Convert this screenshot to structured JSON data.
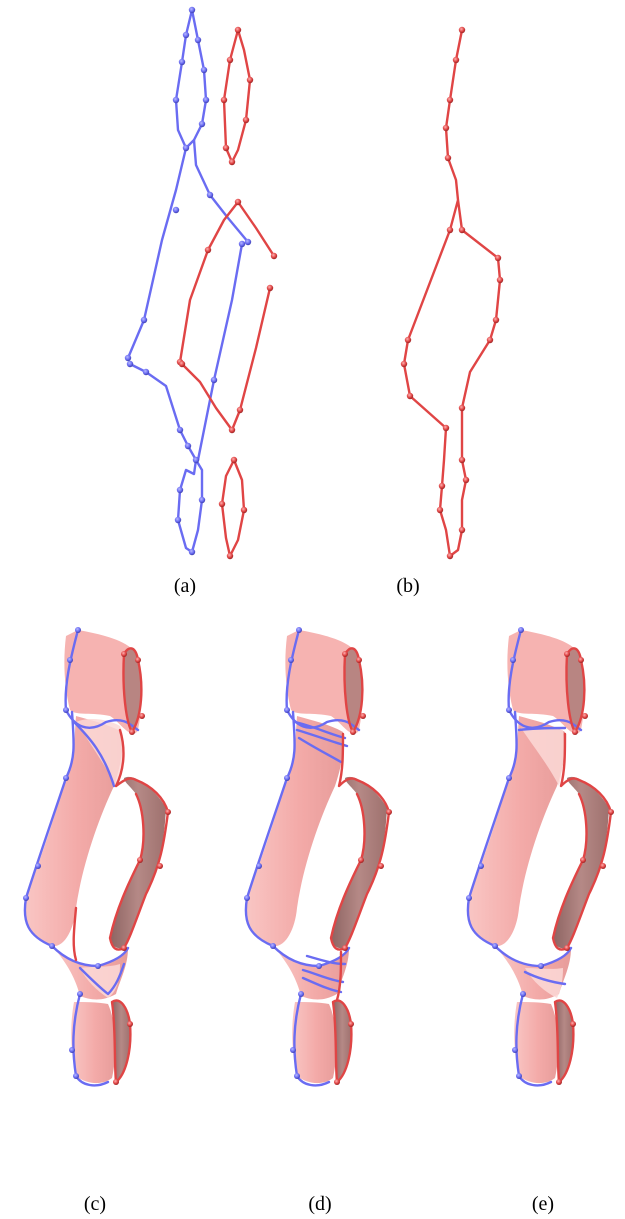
{
  "figure": {
    "panels": [
      {
        "id": "a",
        "caption": "(a)"
      },
      {
        "id": "b",
        "caption": "(b)"
      },
      {
        "id": "c",
        "caption": "(c)"
      },
      {
        "id": "d",
        "caption": "(d)"
      },
      {
        "id": "e",
        "caption": "(e)"
      }
    ]
  },
  "colors": {
    "blue_curve": "#6a6cf2",
    "red_curve": "#e04545",
    "surface": "#f6b3b1",
    "surface_shadow": "#b88582",
    "background": "#ffffff"
  }
}
